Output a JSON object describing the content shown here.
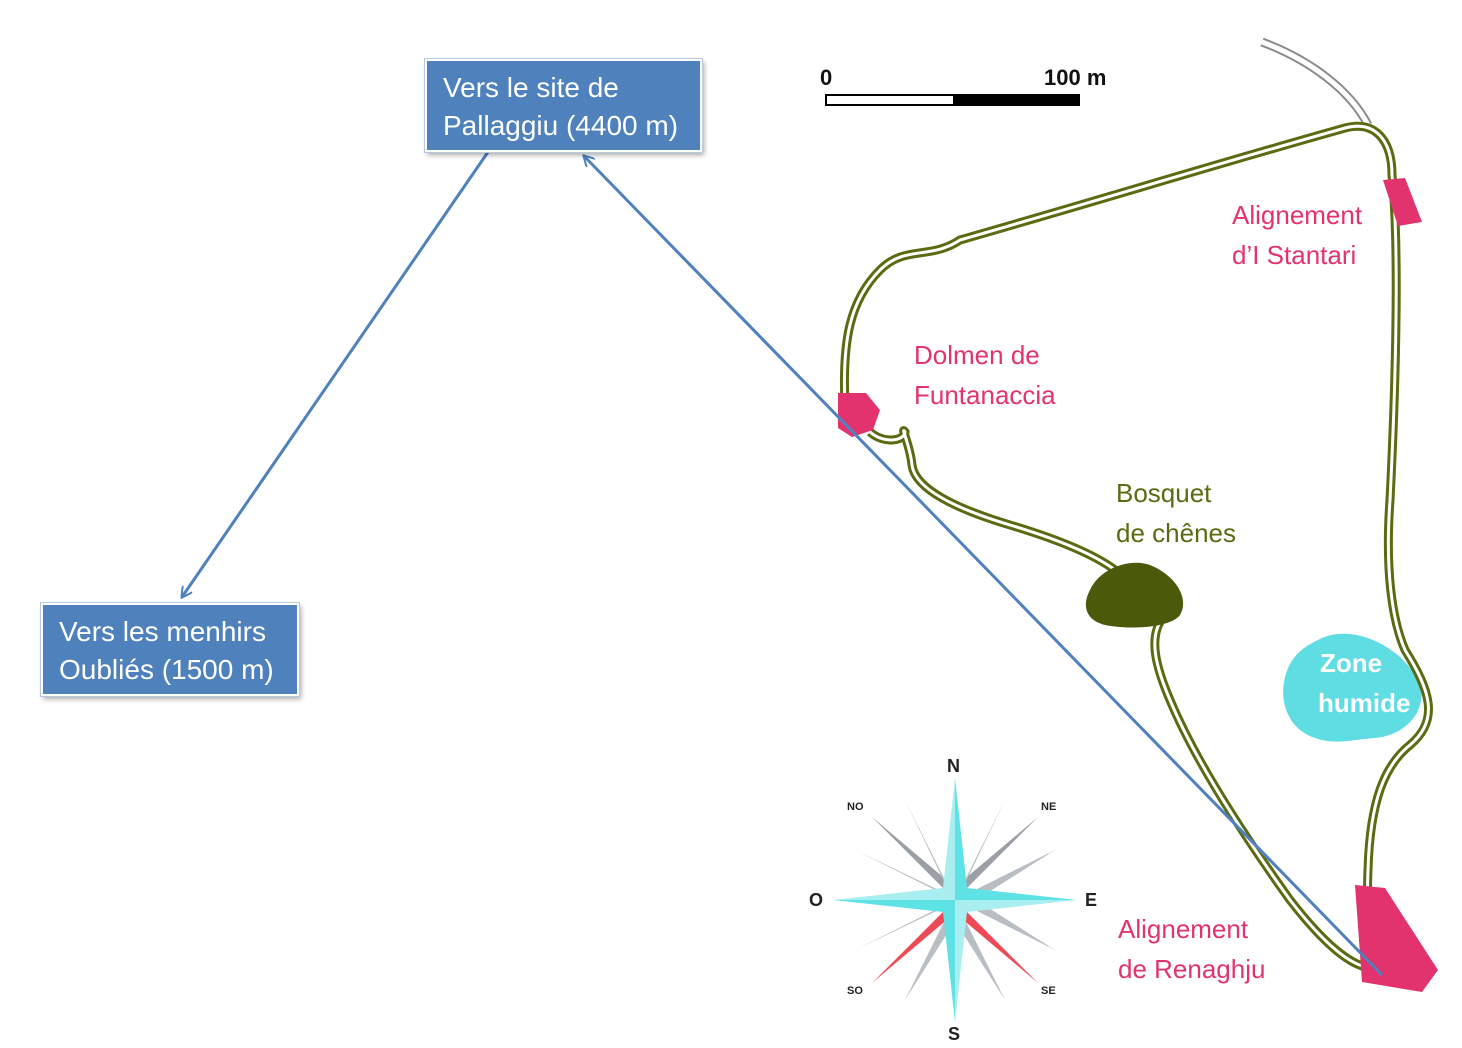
{
  "boxes": {
    "pallaggiu": {
      "line1": "Vers le site de",
      "line2": "Pallaggiu (4400 m)"
    },
    "menhirs": {
      "line1": "Vers les menhirs",
      "line2": "Oubliés (1500 m)"
    }
  },
  "scale": {
    "start": "0",
    "end": "100 m"
  },
  "sites": {
    "stantari": {
      "line1": "Alignement",
      "line2": "d’I Stantari"
    },
    "funtanaccia": {
      "line1": "Dolmen de",
      "line2": "Funtanaccia"
    },
    "bosquet": {
      "line1": "Bosquet",
      "line2": "de chênes"
    },
    "zone": {
      "line1": "Zone",
      "line2": "humide"
    },
    "renaghju": {
      "line1": "Alignement",
      "line2": "de Renaghju"
    }
  },
  "compass": {
    "n": "N",
    "s": "S",
    "e": "E",
    "o": "O",
    "ne": "NE",
    "no": "NO",
    "se": "SE",
    "so": "SO"
  },
  "colors": {
    "site": "#e2336e",
    "trail": "#5a6b12",
    "grove": "#4b5a0a",
    "wetland": "#5fdde2",
    "route_box": "#4f81bd",
    "arrow": "#4f81bd"
  },
  "icons": [
    "compass-rose-icon",
    "scale-bar-icon"
  ]
}
